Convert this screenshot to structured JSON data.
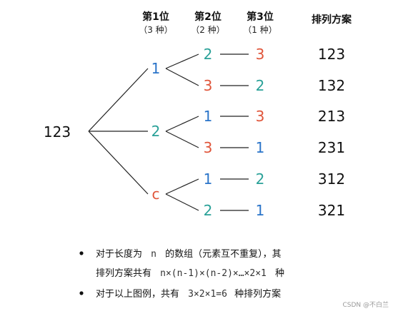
{
  "headers": [
    {
      "title": "第1位",
      "sub": "（3 种）"
    },
    {
      "title": "第2位",
      "sub": "（2 种）"
    },
    {
      "title": "第3位",
      "sub": "（1 种）"
    }
  ],
  "result_header": "排列方案",
  "root_label": "123",
  "colors": {
    "blue": "#2a74c9",
    "teal": "#2aa198",
    "orange": "#e0553a",
    "black": "#111111"
  },
  "tree": [
    {
      "label": "1",
      "color": "blue",
      "children": [
        {
          "label": "2",
          "color": "teal",
          "leaf": "3",
          "leaf_color": "orange",
          "result": "123"
        },
        {
          "label": "3",
          "color": "orange",
          "leaf": "2",
          "leaf_color": "teal",
          "result": "132"
        }
      ]
    },
    {
      "label": "2",
      "color": "teal",
      "children": [
        {
          "label": "1",
          "color": "blue",
          "leaf": "3",
          "leaf_color": "orange",
          "result": "213"
        },
        {
          "label": "3",
          "color": "orange",
          "leaf": "1",
          "leaf_color": "blue",
          "result": "231"
        }
      ]
    },
    {
      "label": "c",
      "color": "orange",
      "children": [
        {
          "label": "1",
          "color": "blue",
          "leaf": "2",
          "leaf_color": "teal",
          "result": "312"
        },
        {
          "label": "2",
          "color": "teal",
          "leaf": "1",
          "leaf_color": "blue",
          "result": "321"
        }
      ]
    }
  ],
  "bullets": [
    {
      "line1_a": "对于长度为",
      "line1_code": "n",
      "line1_b": "的数组（元素互不重复），其",
      "line2_a": "排列方案共有",
      "line2_code": "n×(n-1)×(n-2)×…×2×1",
      "line2_b": "种"
    },
    {
      "a": "对于以上图例，共有",
      "code": "3×2×1=6",
      "b": "种排列方案"
    }
  ],
  "watermark": "CSDN @不白兰"
}
